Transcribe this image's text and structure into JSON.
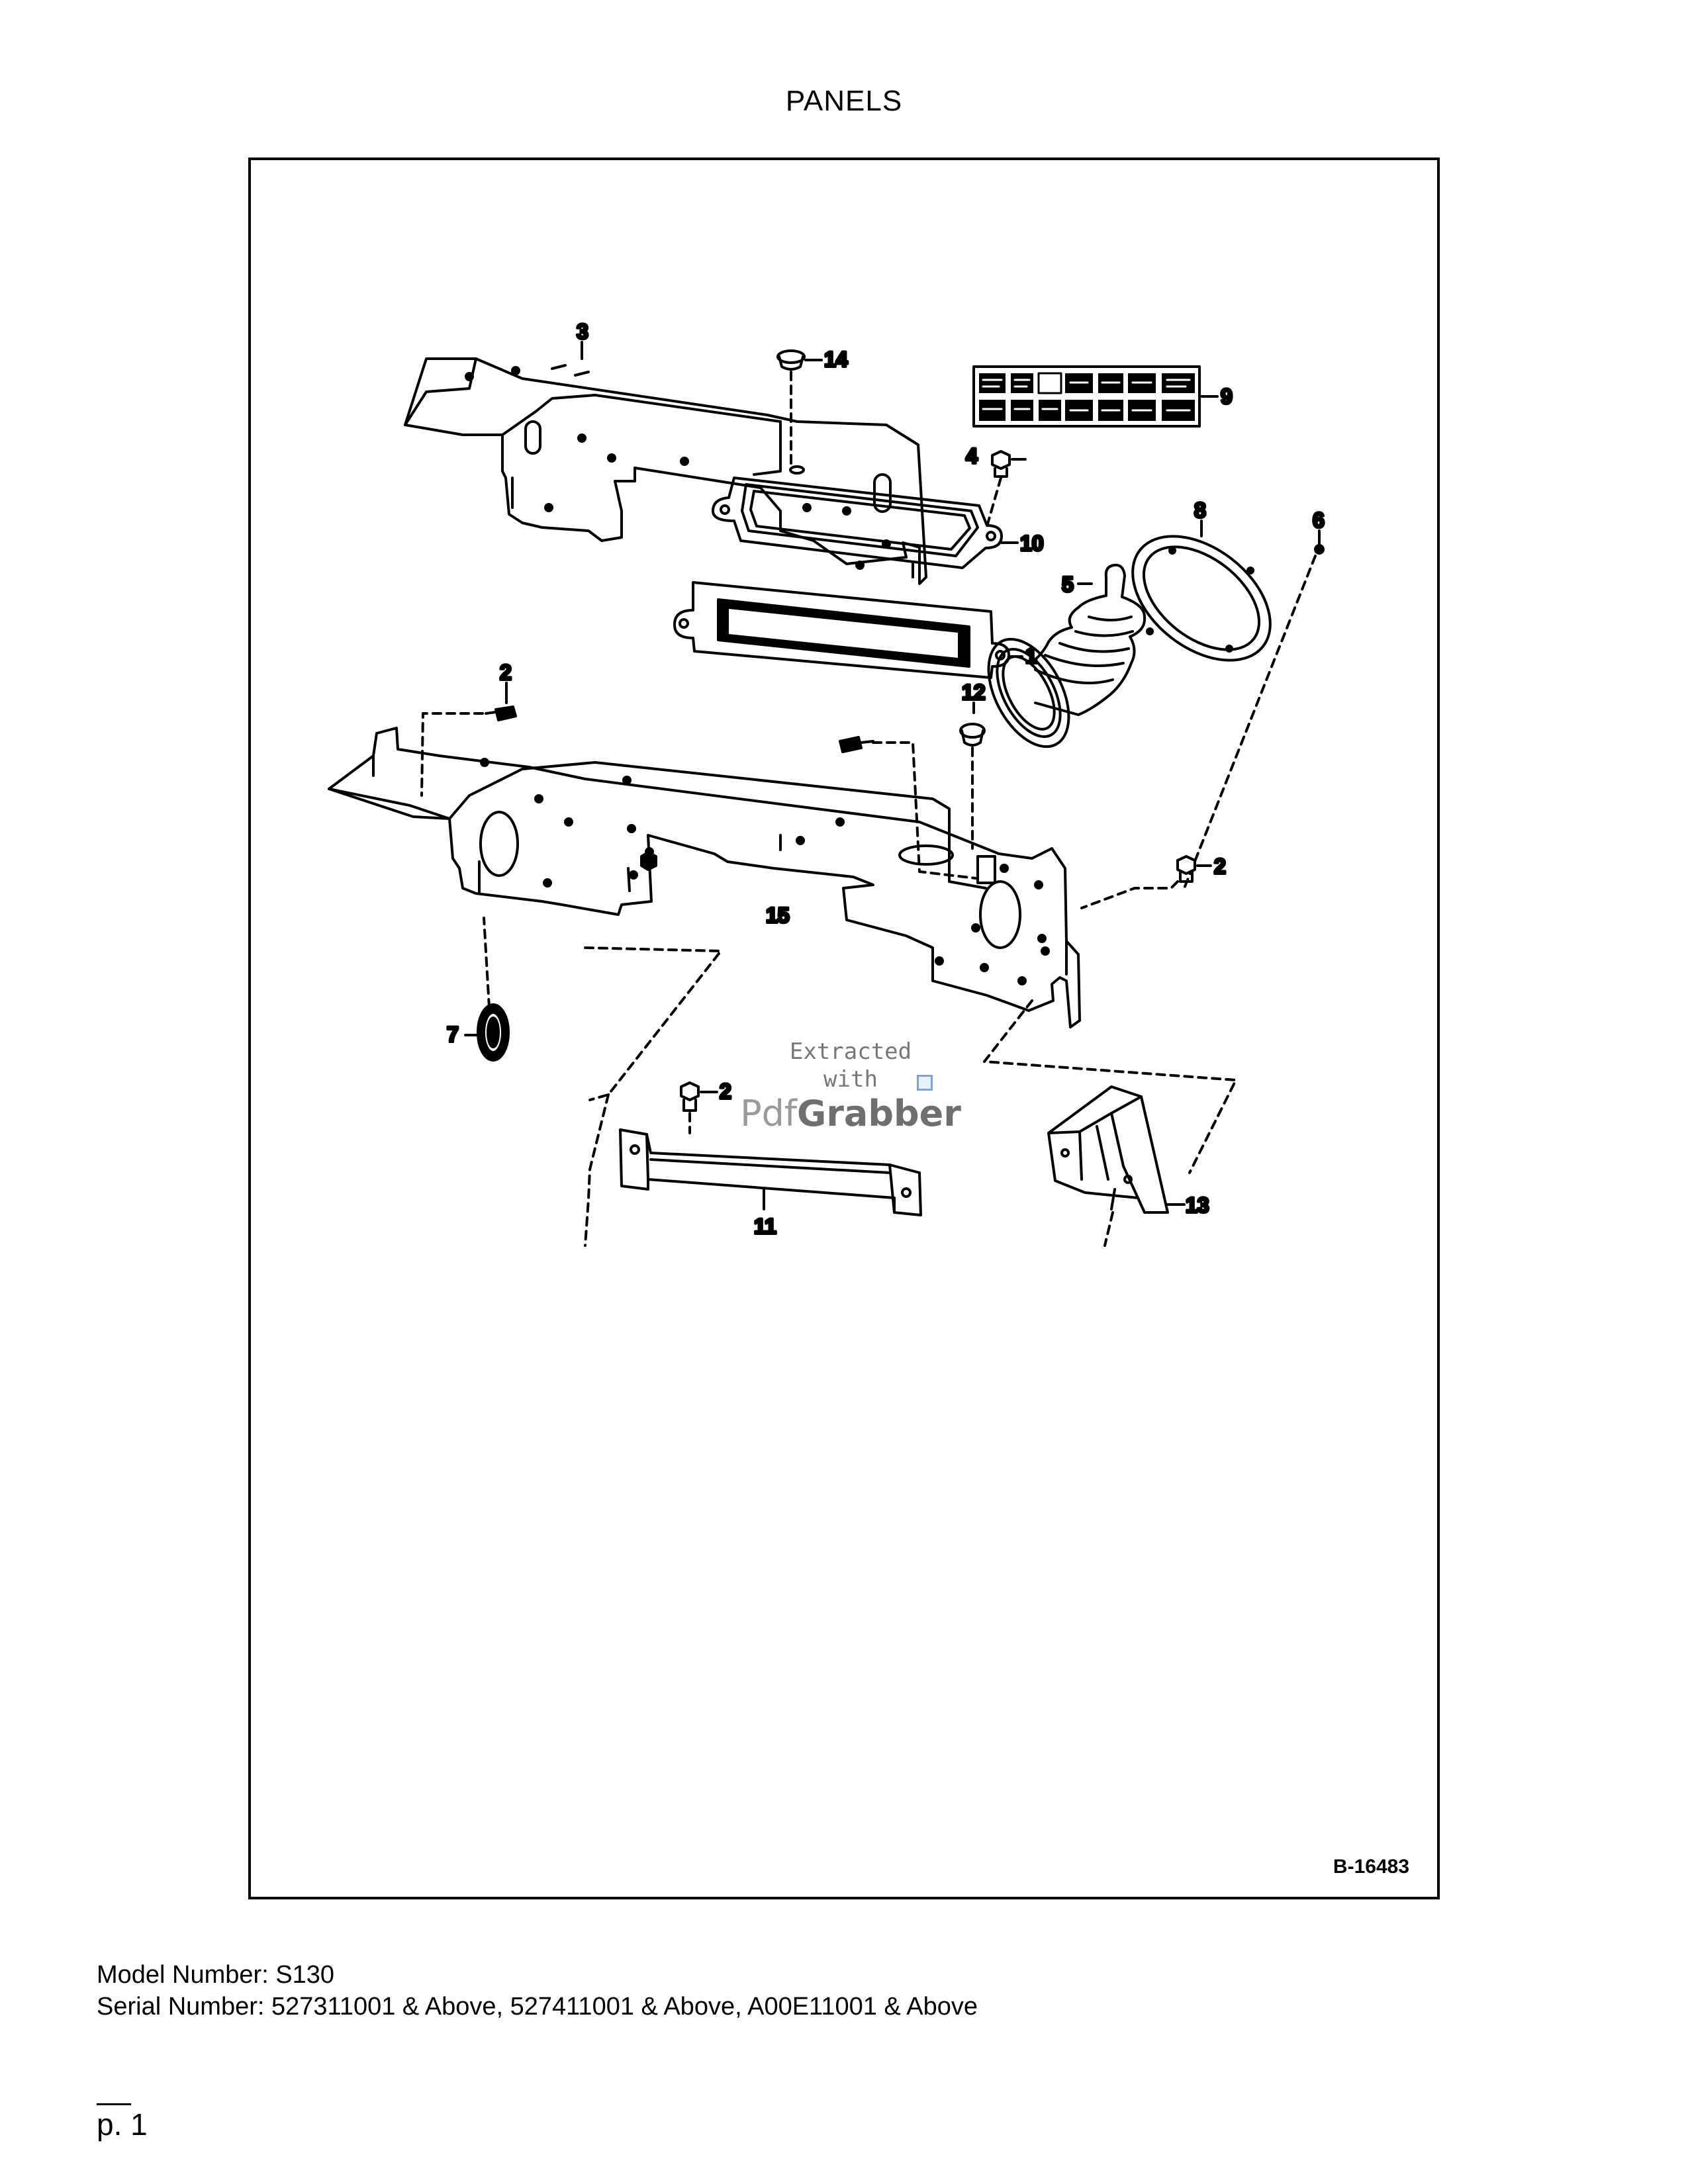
{
  "page": {
    "title": "PANELS",
    "model_line": "Model Number: S130",
    "serial_line": "Serial Number: 527311001 & Above, 527411001 & Above, A00E11001 & Above",
    "page_number": "p. 1"
  },
  "figure": {
    "id": "B-16483",
    "callouts": {
      "c1": "1",
      "c2a": "2",
      "c2b": "2",
      "c2c": "2",
      "c3": "3",
      "c4": "4",
      "c5": "5",
      "c6": "6",
      "c7": "7",
      "c8": "8",
      "c9": "9",
      "c10": "10",
      "c11": "11",
      "c12": "12",
      "c13": "13",
      "c14": "14",
      "c15": "15"
    }
  },
  "watermark": {
    "line1": "Extracted",
    "line2": "with",
    "brand_a": "Pdf",
    "brand_b": "Grabber"
  }
}
